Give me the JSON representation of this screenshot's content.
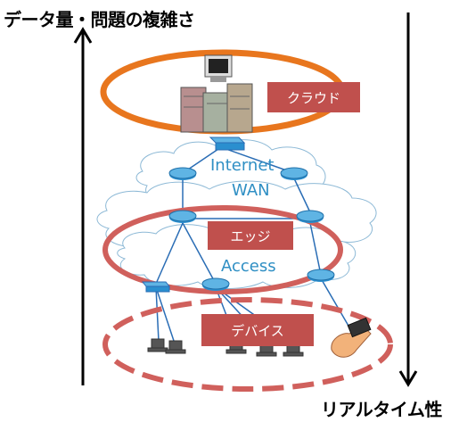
{
  "labels": {
    "left_axis": "データ量・問題の複雑さ",
    "right_axis": "リアルタイム性"
  },
  "network": {
    "internet": "Internet",
    "wan": "WAN",
    "access": "Access"
  },
  "tiers": {
    "cloud": "クラウド",
    "edge": "エッジ",
    "device": "デバイス"
  },
  "colors": {
    "cloud_ring": "#e8761e",
    "edge_ring": "#d0605c",
    "device_ring": "#d0605c",
    "tag_fill": "#c0504d",
    "network_text": "#2f8fc4",
    "router": "#1f8fd0"
  },
  "icons": [
    "server-icon",
    "router-icon",
    "switch-icon",
    "pc-icon",
    "hand-device-icon",
    "cloud-icon"
  ]
}
